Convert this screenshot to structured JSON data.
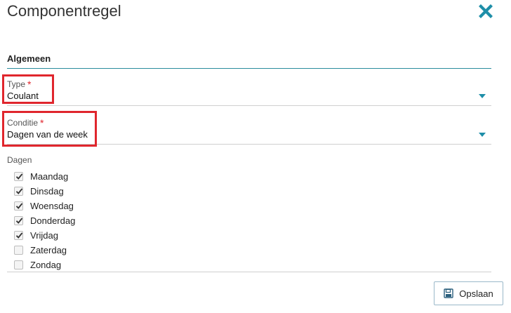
{
  "dialog": {
    "title": "Componentregel"
  },
  "section": {
    "title": "Algemeen"
  },
  "fields": {
    "type": {
      "label": "Type",
      "required_mark": "*",
      "value": "Coulant"
    },
    "conditie": {
      "label": "Conditie",
      "required_mark": "*",
      "value": "Dagen van de week"
    }
  },
  "dagen": {
    "label": "Dagen",
    "items": [
      {
        "label": "Maandag",
        "checked": true
      },
      {
        "label": "Dinsdag",
        "checked": true
      },
      {
        "label": "Woensdag",
        "checked": true
      },
      {
        "label": "Donderdag",
        "checked": true
      },
      {
        "label": "Vrijdag",
        "checked": true
      },
      {
        "label": "Zaterdag",
        "checked": false
      },
      {
        "label": "Zondag",
        "checked": false
      }
    ]
  },
  "footer": {
    "save_label": "Opslaan"
  },
  "colors": {
    "accent": "#1e8ea8",
    "required": "#e0262d",
    "highlight": "#e0262d"
  },
  "icons": {
    "close": "close-icon",
    "save": "floppy-disk-icon",
    "dropdown": "caret-down-icon",
    "checkbox": "checkmark-icon"
  }
}
